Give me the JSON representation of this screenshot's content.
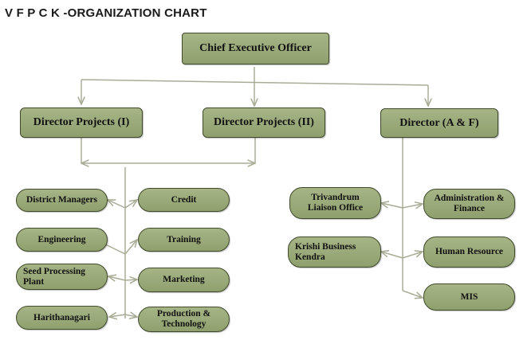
{
  "title": "V F P C K -ORGANIZATION CHART",
  "colors": {
    "node_fill": "#9aa97a",
    "node_border": "#3f4a2a",
    "connector": "#a9ad96"
  },
  "nodes": {
    "ceo": "Chief Executive Officer",
    "director_projects_1": "Director Projects (I)",
    "director_projects_2": "Director Projects (II)",
    "director_af": "Director (A & F)",
    "district_managers": "District Managers",
    "credit": "Credit",
    "engineering": "Engineering",
    "training": "Training",
    "seed_processing_plant": "Seed Processing Plant",
    "marketing": "Marketing",
    "harithanagari": "Harithanagari",
    "production_technology": "Production & Technology",
    "trivandrum_liaison_office": "Trivandrum Liaison Office",
    "administration_finance": "Administration & Finance",
    "krishi_business_kendra": "Krishi Business Kendra",
    "human_resource": "Human Resource",
    "mis": "MIS"
  }
}
